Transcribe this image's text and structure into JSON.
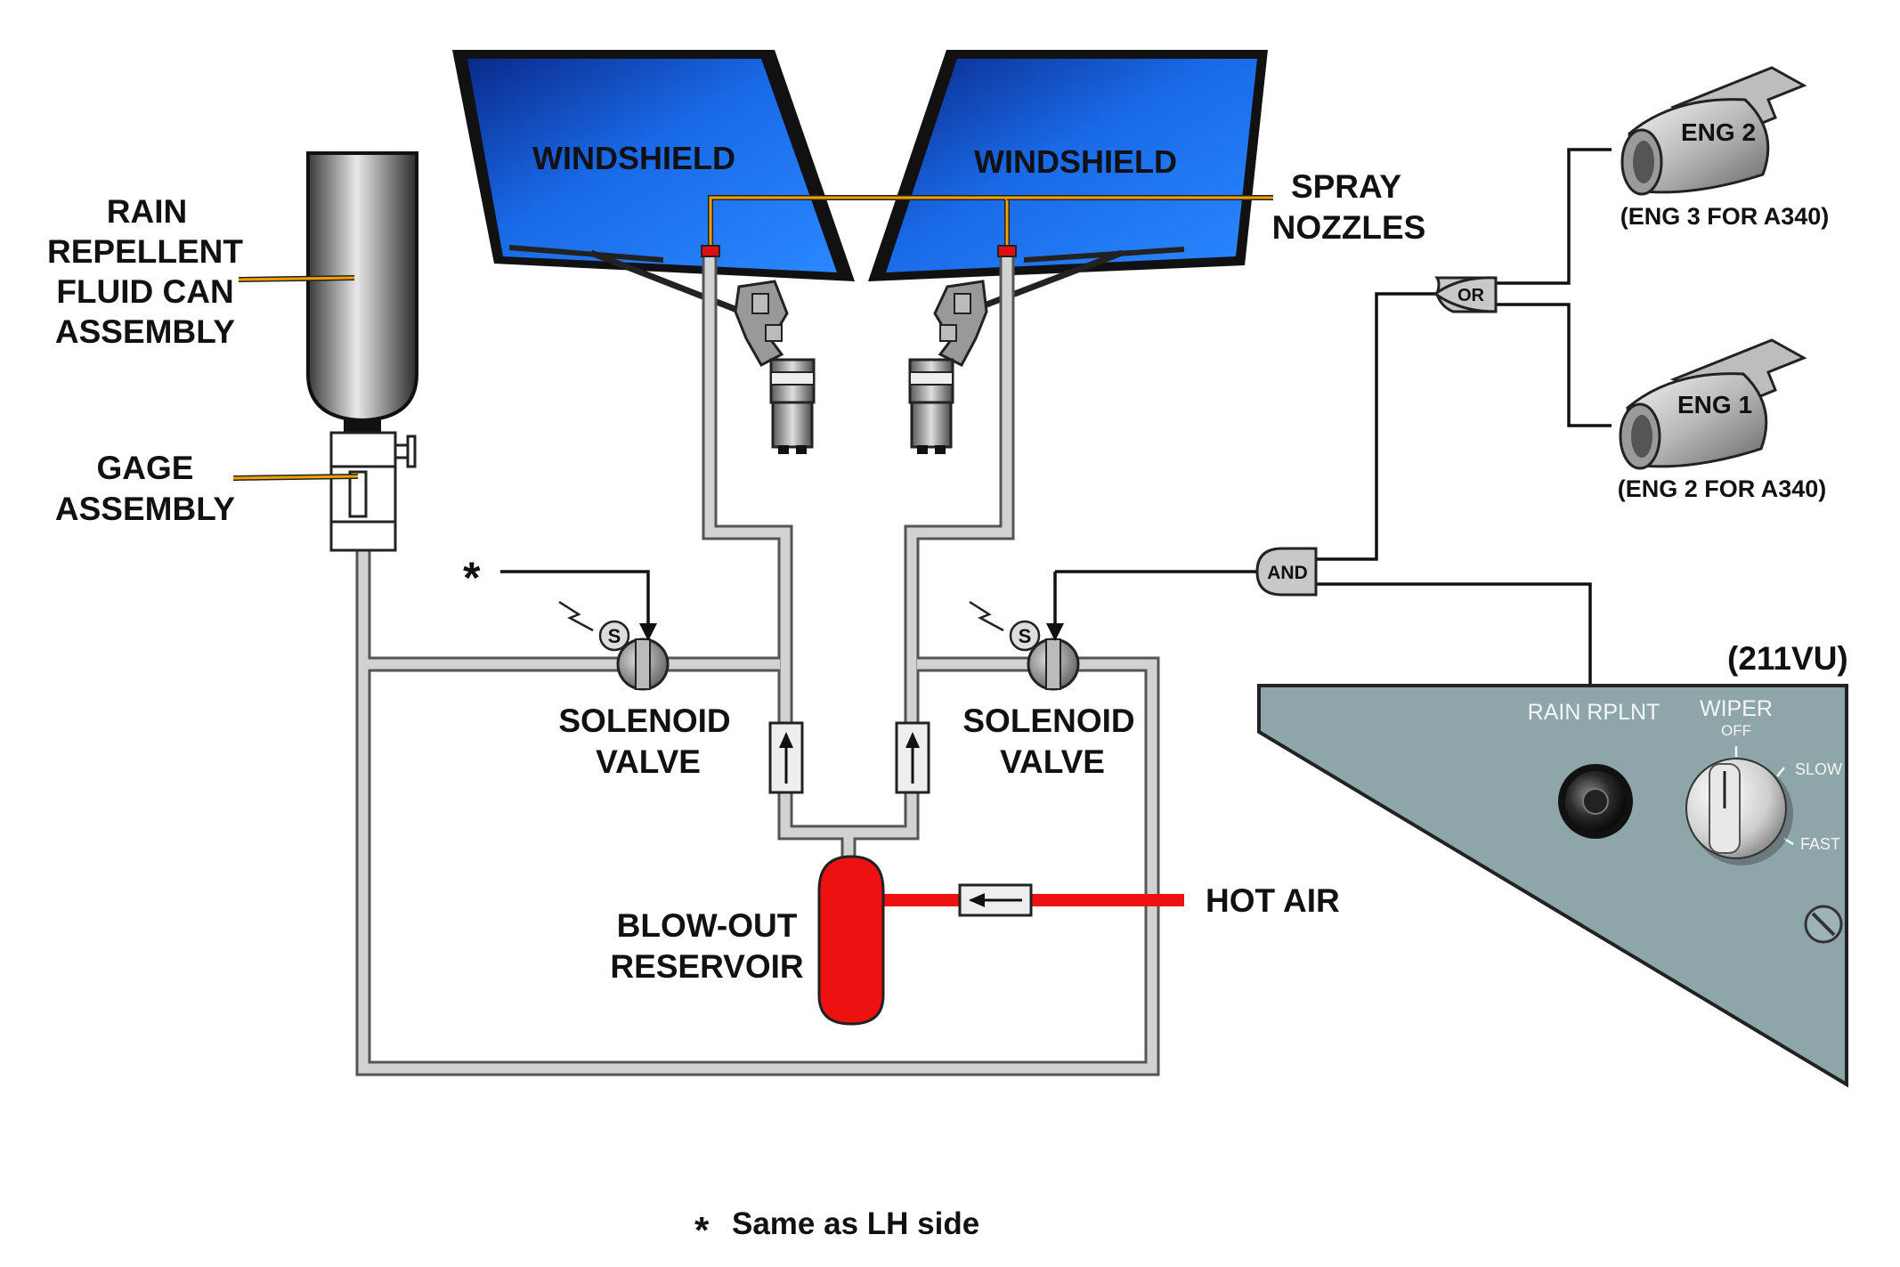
{
  "labels": {
    "windshield_left": "WINDSHIELD",
    "windshield_right": "WINDSHIELD",
    "spray_nozzles_line1": "SPRAY",
    "spray_nozzles_line2": "NOZZLES",
    "rain_can_line1": "RAIN",
    "rain_can_line2": "REPELLENT",
    "rain_can_line3": "FLUID CAN",
    "rain_can_line4": "ASSEMBLY",
    "gage_line1": "GAGE",
    "gage_line2": "ASSEMBLY",
    "asterisk": "*",
    "solenoid_left_line1": "SOLENOID",
    "solenoid_left_line2": "VALVE",
    "solenoid_right_line1": "SOLENOID",
    "solenoid_right_line2": "VALVE",
    "solenoid_symbol": "S",
    "reservoir_line1": "BLOW-OUT",
    "reservoir_line2": "RESERVOIR",
    "hot_air": "HOT AIR",
    "footnote_star": "*",
    "footnote_text": "Same as LH side"
  },
  "logic": {
    "or_gate": "OR",
    "and_gate": "AND",
    "eng_top": "ENG 2",
    "eng_top_note": "(ENG 3 FOR A340)",
    "eng_bottom": "ENG 1",
    "eng_bottom_note": "(ENG 2 FOR A340)"
  },
  "panel": {
    "id": "(211VU)",
    "rain_rplnt": "RAIN RPLNT",
    "wiper": "WIPER",
    "wiper_off": "OFF",
    "wiper_slow": "SLOW",
    "wiper_fast": "FAST"
  },
  "colors": {
    "windshield_blue": "#1a5fd8",
    "reservoir_red": "#ee1111",
    "hot_air_red": "#ee1111",
    "fluid_line_orange": "#f0a000",
    "panel_gray": "#8ea5a9",
    "pipe_gray": "#d2d2d2"
  },
  "icons": [
    "windshield",
    "wiper-motor",
    "fluid-can",
    "gage",
    "solenoid-valve",
    "check-valve",
    "reservoir",
    "jet-engine",
    "rotary-knob",
    "pushbutton",
    "screw"
  ]
}
